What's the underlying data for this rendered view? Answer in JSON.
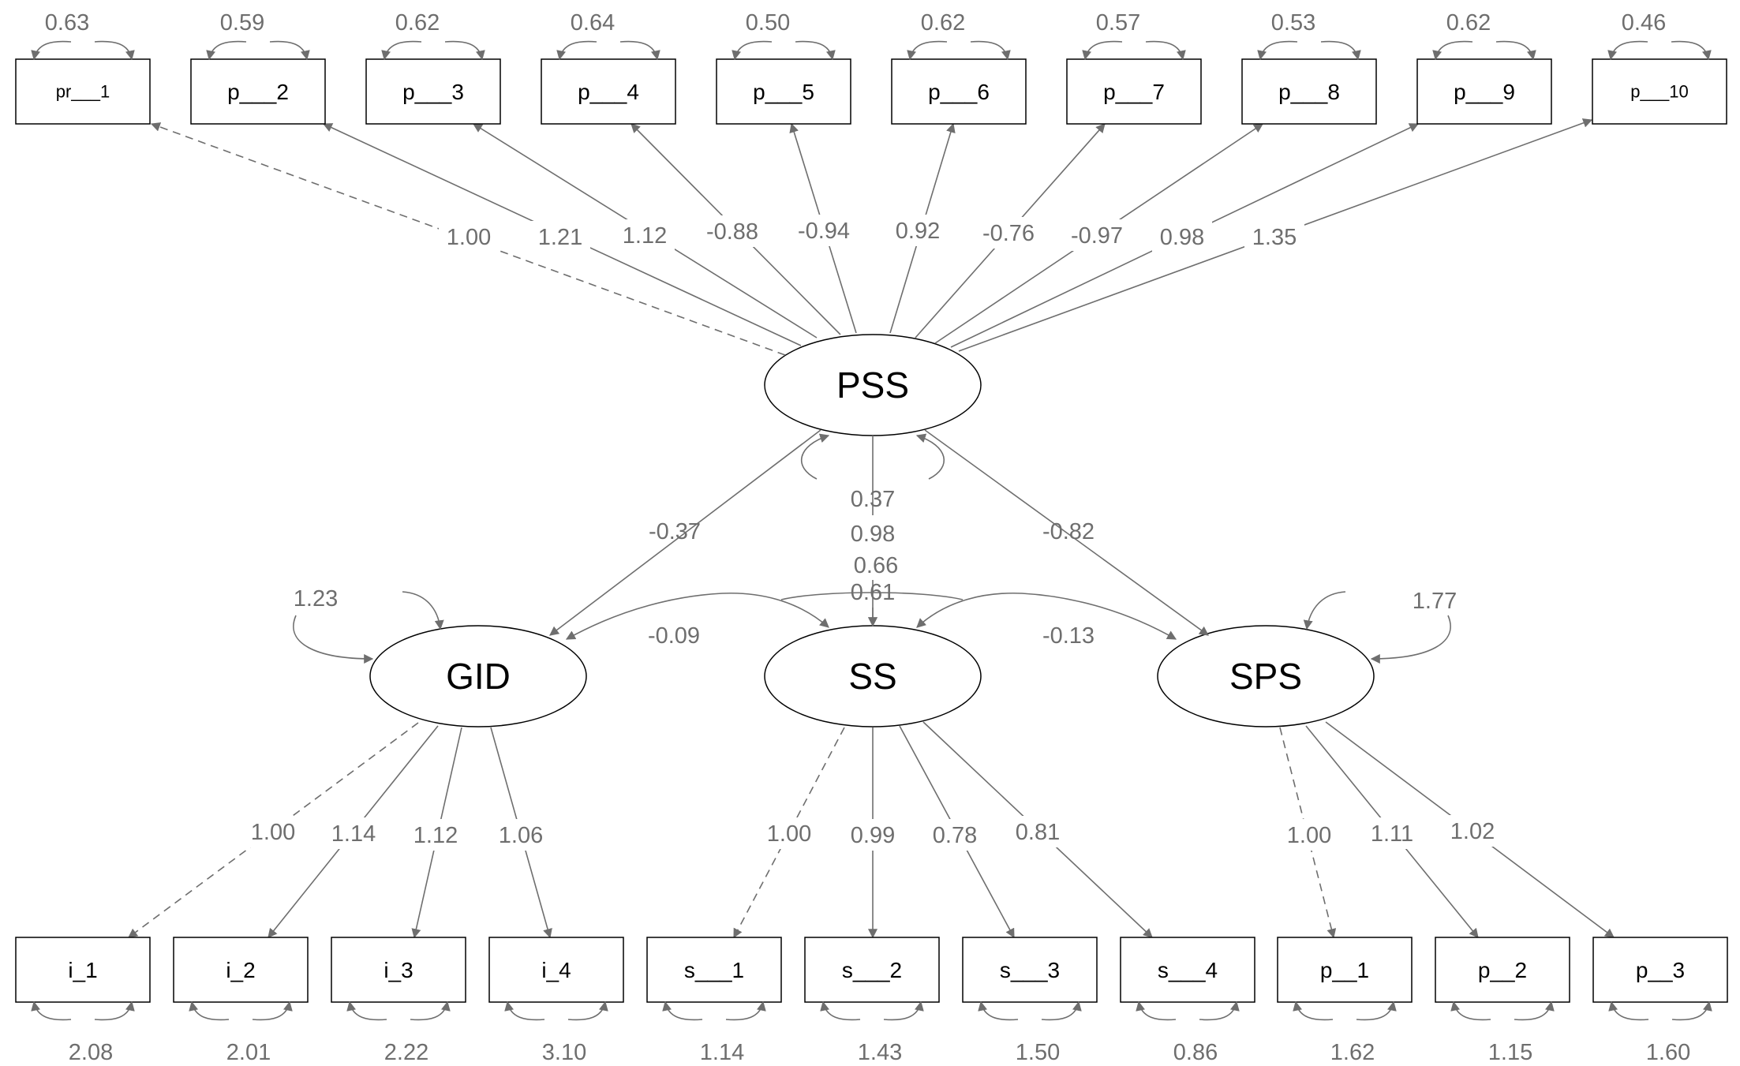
{
  "latents": {
    "PSS": {
      "label": "PSS",
      "variance": "0.37"
    },
    "GID": {
      "label": "GID",
      "variance": "1.23"
    },
    "SS": {
      "label": "SS",
      "variance": "0.61"
    },
    "SPS": {
      "label": "SPS",
      "variance": "1.77"
    }
  },
  "observed": {
    "pss_items": [
      {
        "label": "pr___1",
        "loading": "1.00",
        "residual": "0.63",
        "fixed": true
      },
      {
        "label": "p___2",
        "loading": "1.21",
        "residual": "0.59"
      },
      {
        "label": "p___3",
        "loading": "1.12",
        "residual": "0.62"
      },
      {
        "label": "p___4",
        "loading": "-0.88",
        "residual": "0.64"
      },
      {
        "label": "p___5",
        "loading": "-0.94",
        "residual": "0.50"
      },
      {
        "label": "p___6",
        "loading": "0.92",
        "residual": "0.62"
      },
      {
        "label": "p___7",
        "loading": "-0.76",
        "residual": "0.57"
      },
      {
        "label": "p___8",
        "loading": "-0.97",
        "residual": "0.53"
      },
      {
        "label": "p___9",
        "loading": "0.98",
        "residual": "0.62"
      },
      {
        "label": "p___10",
        "loading": "1.35",
        "residual": "0.46"
      }
    ],
    "gid_items": [
      {
        "label": "i_1",
        "loading": "1.00",
        "residual": "2.08",
        "fixed": true
      },
      {
        "label": "i_2",
        "loading": "1.14",
        "residual": "2.01"
      },
      {
        "label": "i_3",
        "loading": "1.12",
        "residual": "2.22"
      },
      {
        "label": "i_4",
        "loading": "1.06",
        "residual": "3.10"
      }
    ],
    "ss_items": [
      {
        "label": "s___1",
        "loading": "1.00",
        "residual": "1.14",
        "fixed": true
      },
      {
        "label": "s___2",
        "loading": "0.99",
        "residual": "1.43"
      },
      {
        "label": "s___3",
        "loading": "0.78",
        "residual": "1.50"
      },
      {
        "label": "s___4",
        "loading": "0.81",
        "residual": "0.86"
      }
    ],
    "sps_items": [
      {
        "label": "p__1",
        "loading": "1.00",
        "residual": "1.62",
        "fixed": true
      },
      {
        "label": "p__2",
        "loading": "1.11",
        "residual": "1.15"
      },
      {
        "label": "p__3",
        "loading": "1.02",
        "residual": "1.60"
      }
    ]
  },
  "paths": {
    "pss_gid": "-0.37",
    "pss_ss": "0.98",
    "pss_sps": "-0.82",
    "gid_ss_cov": "-0.09",
    "ss_sps_cov": "-0.13",
    "gid_sps_cov": "0.66"
  },
  "colors": {
    "path": "#6e6e6e",
    "outline": "#000000",
    "background": "#ffffff"
  }
}
